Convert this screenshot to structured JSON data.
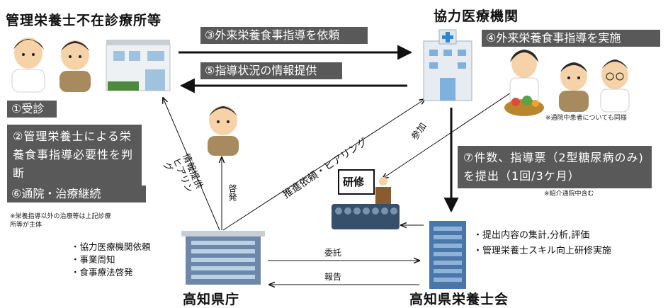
{
  "clinic_title": "管理栄養士不在診療所等",
  "hospital_title": "協力医療機関",
  "prefecture_title": "高知県庁",
  "association_title": "高知県栄養士会",
  "arrow_request": "③外来栄養食事指導を依頼",
  "arrow_info": "⑤指導状況の情報提供",
  "hospital_action": "④外来栄養食事指導を実施",
  "hospital_note": "※通院中患者についても同様",
  "clinic_steps": {
    "step1": "①受診",
    "step2": "②管理栄養士による栄養食事指導必要性を判断",
    "step6": "⑥通院・治療継続"
  },
  "clinic_note": "※栄養指導以外の治療等は上記診療所等が主体",
  "report_box": "⑦件数、指導票（2型糖尿病のみ)を提出（1回/3ケ月）",
  "report_note": "※紹介通院中含む",
  "training_label": "研修",
  "labels": {
    "participation": "参加",
    "recommend_hearing": "推進依頼・ヒアリング",
    "info_hearing": "情報提供 ヒアリング",
    "enlighten": "啓発",
    "commission": "委託",
    "report": "報告"
  },
  "prefecture_items": [
    "・協力医療機関依頼",
    "・事業周知",
    "・食事療法啓発"
  ],
  "association_items": [
    "・提出内容の集計,分析,評価",
    "・管理栄養士スキル向上研修実施"
  ]
}
